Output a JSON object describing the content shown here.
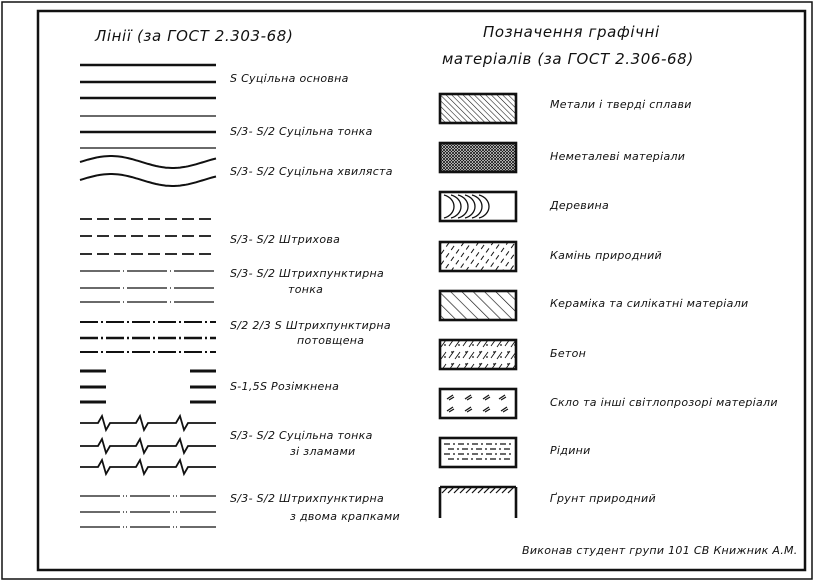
{
  "lines_section": {
    "title": "Лінії (за ГОСТ 2.303-68)",
    "items": [
      {
        "label": "S Суцільна основна"
      },
      {
        "label": "S/3- S/2 Суцільна тонка"
      },
      {
        "label": "S/3- S/2 Суцільна  хвиляста"
      },
      {
        "label": "S/3- S/2 Штрихова"
      },
      {
        "label": "S/3- S/2 Штрихпунктирна",
        "label2": "тонка"
      },
      {
        "label": "S/2 2/3 S Штрихпунктирна",
        "label2": "потовщена"
      },
      {
        "label": "S-1,5S Розімкнена"
      },
      {
        "label": "S/3- S/2 Суцільна тонка",
        "label2": "зі зламами"
      },
      {
        "label": "S/3- S/2 Штрихпунктирна",
        "label2": "з двома крапками"
      }
    ]
  },
  "materials_section": {
    "title_line1": "Позначення графічні",
    "title_line2": "матеріалів (за ГОСТ 2.306-68)",
    "items": [
      {
        "label": "Метали і тверді сплави",
        "pattern": "double-hatch"
      },
      {
        "label": "Неметалеві матеріали",
        "pattern": "cross-hatch"
      },
      {
        "label": "Деревина",
        "pattern": "wood-arcs"
      },
      {
        "label": "Камінь природний",
        "pattern": "stone-dashes"
      },
      {
        "label": "Кераміка та силікатні матеріали",
        "pattern": "single-hatch"
      },
      {
        "label": "Бетон",
        "pattern": "concrete"
      },
      {
        "label": "Скло та інші світлопрозорі матеріали",
        "pattern": "glass"
      },
      {
        "label": "Рідини",
        "pattern": "liquid"
      },
      {
        "label": "Ґрунт природний",
        "pattern": "soil"
      }
    ]
  },
  "footer": {
    "text": "Виконав студент групи 101 СВ Книжник А.М."
  },
  "colors": {
    "ink": "#111111",
    "paper": "#ffffff"
  }
}
